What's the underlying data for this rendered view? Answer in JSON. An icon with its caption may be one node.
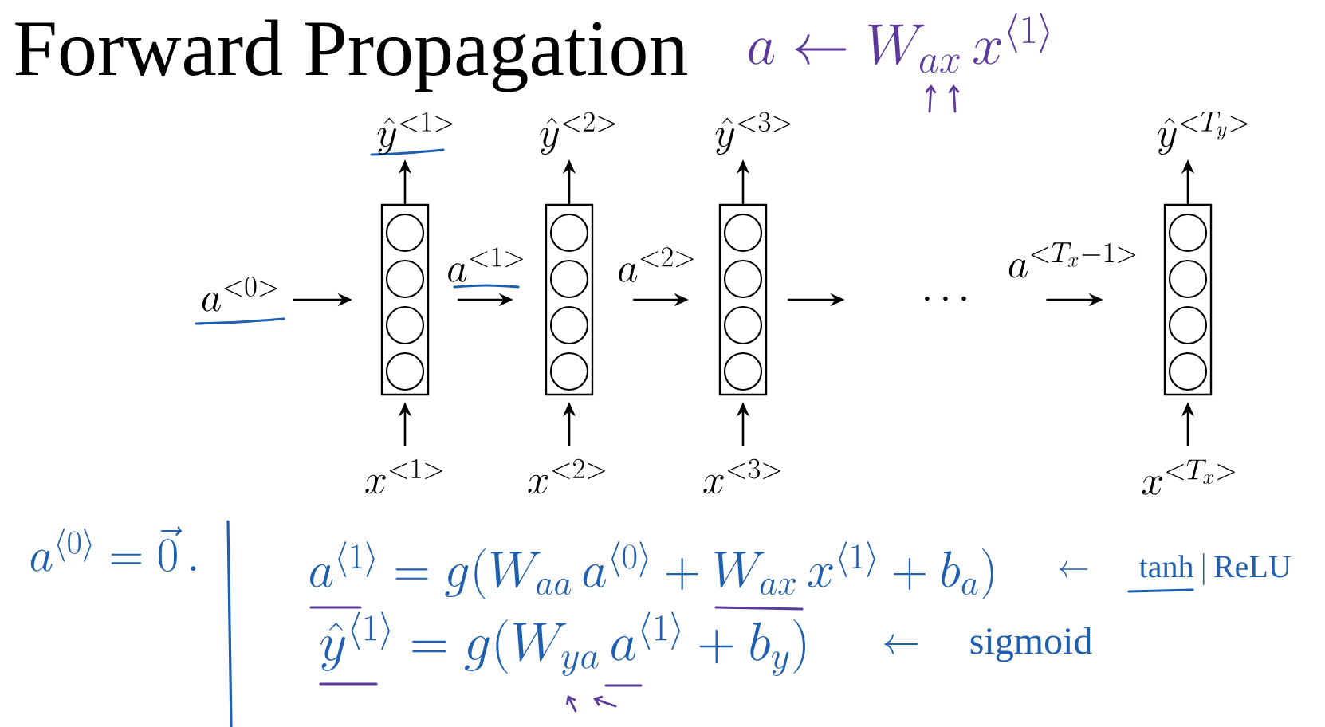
{
  "diagram": {
    "title": "Forward Propagation",
    "nodes": [
      {
        "text": [
          "\\hat{y}^{<1>}"
        ]
      },
      {
        "text": [
          "\\hat{y}^{<2>}"
        ]
      },
      {
        "text": [
          "\\hat{y}^{<3>}"
        ]
      },
      {
        "text": [
          "\\hat{y}^{<T_y>}"
        ]
      },
      {
        "text": [
          "a^{<0>}"
        ]
      },
      {
        "text": [],
        "shape": "box"
      },
      {
        "text": [],
        "shape": "circle",
        "in": 5
      },
      {
        "text": [],
        "shape": "circle",
        "in": 5
      },
      {
        "text": [],
        "shape": "circle",
        "in": 5
      },
      {
        "text": [],
        "shape": "circle",
        "in": 5
      },
      {
        "text": [],
        "shape": "box"
      },
      {
        "text": [],
        "shape": "circle",
        "in": 10
      },
      {
        "text": [],
        "shape": "circle",
        "in": 10
      },
      {
        "text": [],
        "shape": "circle",
        "in": 10
      },
      {
        "text": [],
        "shape": "circle",
        "in": 10
      },
      {
        "text": [],
        "shape": "box"
      },
      {
        "text": [],
        "shape": "circle",
        "in": 15
      },
      {
        "text": [],
        "shape": "circle",
        "in": 15
      },
      {
        "text": [],
        "shape": "circle",
        "in": 15
      },
      {
        "text": [],
        "shape": "circle",
        "in": 15
      },
      {
        "text": [
          "\\cdots"
        ]
      },
      {
        "text": [],
        "shape": "box"
      },
      {
        "text": [],
        "shape": "circle",
        "in": 21
      },
      {
        "text": [],
        "shape": "circle",
        "in": 21
      },
      {
        "text": [],
        "shape": "circle",
        "in": 21
      },
      {
        "text": [],
        "shape": "circle",
        "in": 21
      },
      {
        "text": [
          "x^{<1>}"
        ]
      },
      {
        "text": [
          "x^{<2>}"
        ]
      },
      {
        "text": [
          "x^{<3>}"
        ]
      },
      {
        "text": [
          "x^{<T_x>}"
        ]
      }
    ],
    "edges": [
      {
        "from": 4,
        "to": 5,
        "arrow": "to"
      },
      {
        "from": 5,
        "to": 10,
        "arrow": "to",
        "label": "a^{<1>}"
      },
      {
        "from": 10,
        "to": 15,
        "arrow": "to",
        "label": "a^{<2>}"
      },
      {
        "from": 15,
        "to": 20,
        "arrow": "to"
      },
      {
        "from": 20,
        "to": 21,
        "arrow": "to",
        "label": "a^{<T_x-1>}"
      },
      {
        "from": 5,
        "to": 0,
        "arrow": "to"
      },
      {
        "from": 10,
        "to": 1,
        "arrow": "to"
      },
      {
        "from": 15,
        "to": 2,
        "arrow": "to"
      },
      {
        "from": 21,
        "to": 3,
        "arrow": "to"
      },
      {
        "from": 26,
        "to": 5,
        "arrow": "to"
      },
      {
        "from": 27,
        "to": 10,
        "arrow": "to"
      },
      {
        "from": 28,
        "to": 15,
        "arrow": "to"
      },
      {
        "from": 29,
        "to": 21,
        "arrow": "to"
      }
    ],
    "labels": [
      "a \\leftarrow W_{ax}\\, x^{\\langle 1\\rangle}",
      "a^{\\langle 0\\rangle} = \\vec{0}\\,.",
      "a^{\\langle 1\\rangle} = g(W_{aa}\\, a^{\\langle 0\\rangle} + W_{ax}\\, x^{\\langle 1\\rangle} + b_a)",
      "\\leftarrow\\quad\\; \\mathrm{tanh}\\,|\\,\\mathrm{ReLU}",
      "\\hat{y}^{\\langle 1\\rangle} = g(W_{ya}\\, a^{\\langle 1\\rangle} + b_y)",
      "\\leftarrow\\quad \\mathrm{sigmoid}"
    ]
  }
}
